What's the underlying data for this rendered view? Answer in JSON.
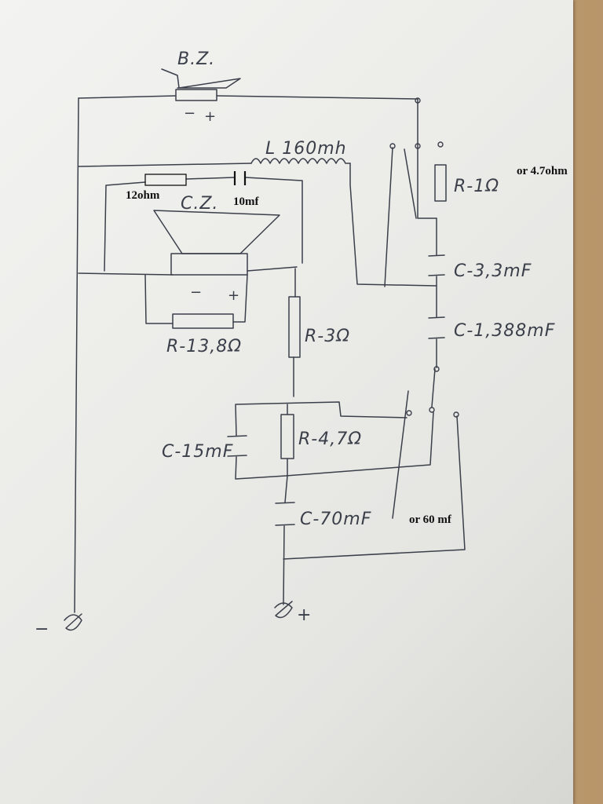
{
  "labels": {
    "tweeter": "B.Z.",
    "tweeter_minus": "−",
    "tweeter_plus": "+",
    "inductor": "L 160mh",
    "series_r": "12ohm",
    "series_c": "10mf",
    "woofer": "C.Z.",
    "woofer_minus": "−",
    "woofer_plus": "+",
    "r_woofer": "R-13,8Ω",
    "r3": "R-3Ω",
    "r1": "R-1Ω",
    "r1_alt": "or 4.7ohm",
    "c33": "C-3,3mF",
    "c1388": "C-1,388mF",
    "c15": "C-15mF",
    "r47": "R-4,7Ω",
    "c70": "C-70mF",
    "c70_alt": "or 60 mf",
    "neg_terminal": "−",
    "pos_terminal": "+"
  },
  "colors": {
    "ink": "#3b3f4a",
    "typed": "#111111",
    "paper": "#ececea",
    "desk": "#c2a27a"
  }
}
